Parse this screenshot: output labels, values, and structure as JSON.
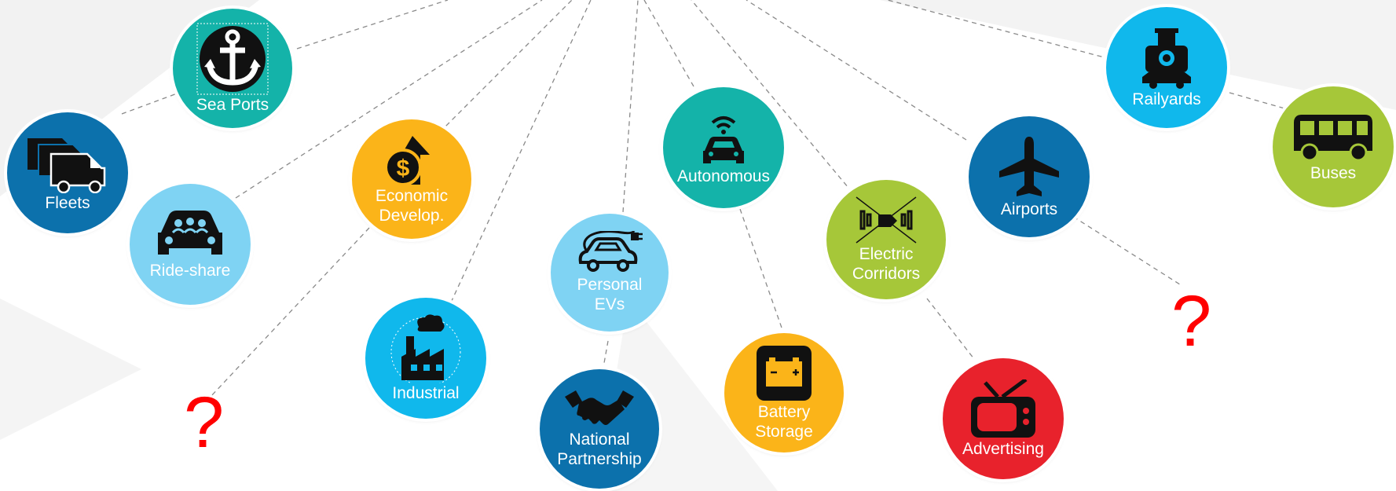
{
  "colors": {
    "navy": "#0c71ac",
    "teal": "#14b3a9",
    "sky": "#10b8ec",
    "light_blue": "#7fd3f3",
    "amber": "#fbb419",
    "lime": "#a6c739",
    "red": "#e8222c",
    "question": "#ff0000",
    "line": "#8a8a8a"
  },
  "nodes": {
    "fleets": {
      "label": "Fleets",
      "icon": "vans-icon",
      "color": "navy"
    },
    "sea_ports": {
      "label": "Sea Ports",
      "icon": "anchor-icon",
      "color": "teal"
    },
    "ride_share": {
      "label": "Ride-share",
      "icon": "car-passengers-icon",
      "color": "light_blue"
    },
    "economic_develop": {
      "label_line1": "Economic",
      "label_line2": "Develop.",
      "icon": "dollar-arrow-up-icon",
      "color": "amber"
    },
    "industrial": {
      "label": "Industrial",
      "icon": "factory-icon",
      "color": "sky"
    },
    "personal_evs": {
      "label_line1": "Personal",
      "label_line2": "EVs",
      "icon": "electric-car-plug-icon",
      "color": "light_blue"
    },
    "national_partnership": {
      "label_line1": "National",
      "label_line2": "Partnership",
      "icon": "handshake-icon",
      "color": "navy"
    },
    "autonomous": {
      "label": "Autonomous",
      "icon": "connected-car-icon",
      "color": "teal"
    },
    "battery_storage": {
      "label_line1": "Battery",
      "label_line2": "Storage",
      "icon": "battery-icon",
      "color": "amber"
    },
    "electric_corridors": {
      "label_line1": "Electric",
      "label_line2": "Corridors",
      "icon": "corridor-icon",
      "color": "lime"
    },
    "advertising": {
      "label": "Advertising",
      "icon": "television-icon",
      "color": "red"
    },
    "airports": {
      "label": "Airports",
      "icon": "airplane-icon",
      "color": "navy"
    },
    "railyards": {
      "label": "Railyards",
      "icon": "locomotive-icon",
      "color": "sky"
    },
    "buses": {
      "label": "Buses",
      "icon": "bus-icon",
      "color": "lime"
    }
  },
  "unknown_markers": [
    "?",
    "?"
  ]
}
